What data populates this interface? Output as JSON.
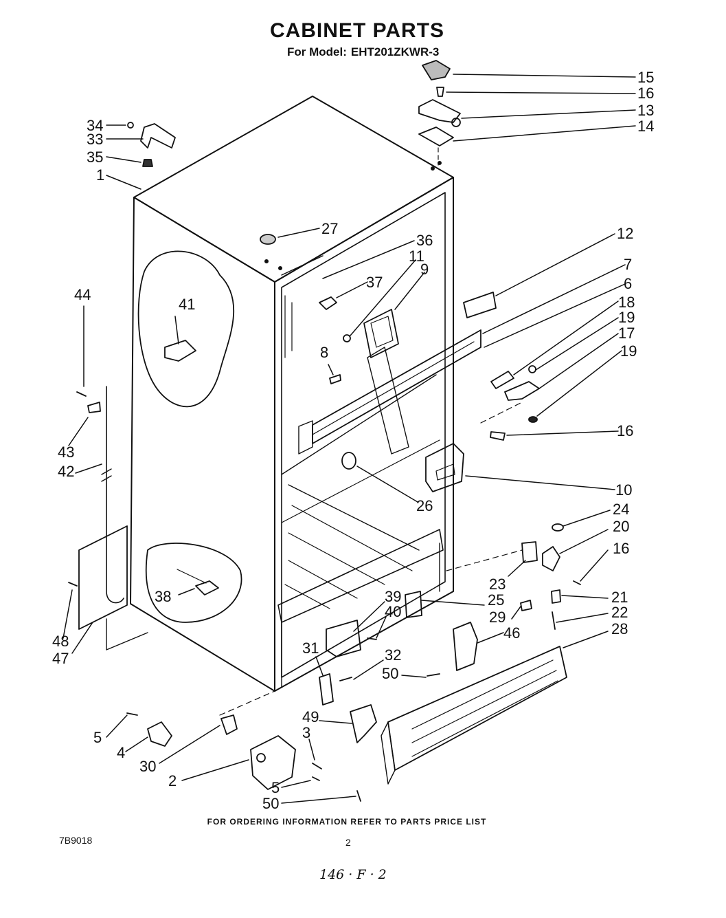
{
  "header": {
    "title": "CABINET PARTS",
    "model_label": "For Model:",
    "model_number": "EHT201ZKWR-3"
  },
  "callouts": [
    {
      "id": "c15",
      "label": "15"
    },
    {
      "id": "c16a",
      "label": "16"
    },
    {
      "id": "c13",
      "label": "13"
    },
    {
      "id": "c14",
      "label": "14"
    },
    {
      "id": "c34",
      "label": "34"
    },
    {
      "id": "c33",
      "label": "33"
    },
    {
      "id": "c35",
      "label": "35"
    },
    {
      "id": "c1",
      "label": "1"
    },
    {
      "id": "c27",
      "label": "27"
    },
    {
      "id": "c36",
      "label": "36"
    },
    {
      "id": "c11",
      "label": "11"
    },
    {
      "id": "c9",
      "label": "9"
    },
    {
      "id": "c12",
      "label": "12"
    },
    {
      "id": "c7",
      "label": "7"
    },
    {
      "id": "c6",
      "label": "6"
    },
    {
      "id": "c18",
      "label": "18"
    },
    {
      "id": "c19a",
      "label": "19"
    },
    {
      "id": "c17",
      "label": "17"
    },
    {
      "id": "c19b",
      "label": "19"
    },
    {
      "id": "c37",
      "label": "37"
    },
    {
      "id": "c44",
      "label": "44"
    },
    {
      "id": "c41",
      "label": "41"
    },
    {
      "id": "c8",
      "label": "8"
    },
    {
      "id": "c16b",
      "label": "16"
    },
    {
      "id": "c43",
      "label": "43"
    },
    {
      "id": "c42",
      "label": "42"
    },
    {
      "id": "c10",
      "label": "10"
    },
    {
      "id": "c26",
      "label": "26"
    },
    {
      "id": "c24",
      "label": "24"
    },
    {
      "id": "c20",
      "label": "20"
    },
    {
      "id": "c16c",
      "label": "16"
    },
    {
      "id": "c23",
      "label": "23"
    },
    {
      "id": "c21",
      "label": "21"
    },
    {
      "id": "c39",
      "label": "39"
    },
    {
      "id": "c25",
      "label": "25"
    },
    {
      "id": "c40",
      "label": "40"
    },
    {
      "id": "c29",
      "label": "29"
    },
    {
      "id": "c22",
      "label": "22"
    },
    {
      "id": "c38",
      "label": "38"
    },
    {
      "id": "c46",
      "label": "46"
    },
    {
      "id": "c28",
      "label": "28"
    },
    {
      "id": "c48",
      "label": "48"
    },
    {
      "id": "c47",
      "label": "47"
    },
    {
      "id": "c31",
      "label": "31"
    },
    {
      "id": "c32",
      "label": "32"
    },
    {
      "id": "c50a",
      "label": "50"
    },
    {
      "id": "c49",
      "label": "49"
    },
    {
      "id": "c5a",
      "label": "5"
    },
    {
      "id": "c3",
      "label": "3"
    },
    {
      "id": "c4",
      "label": "4"
    },
    {
      "id": "c30",
      "label": "30"
    },
    {
      "id": "c2",
      "label": "2"
    },
    {
      "id": "c5b",
      "label": "5"
    },
    {
      "id": "c50b",
      "label": "50"
    }
  ],
  "footer": {
    "ordering_note": "FOR ORDERING INFORMATION REFER TO PARTS PRICE LIST",
    "document_number": "7B9018",
    "page_number": "2",
    "handwritten_note": "146 · F · 2"
  }
}
